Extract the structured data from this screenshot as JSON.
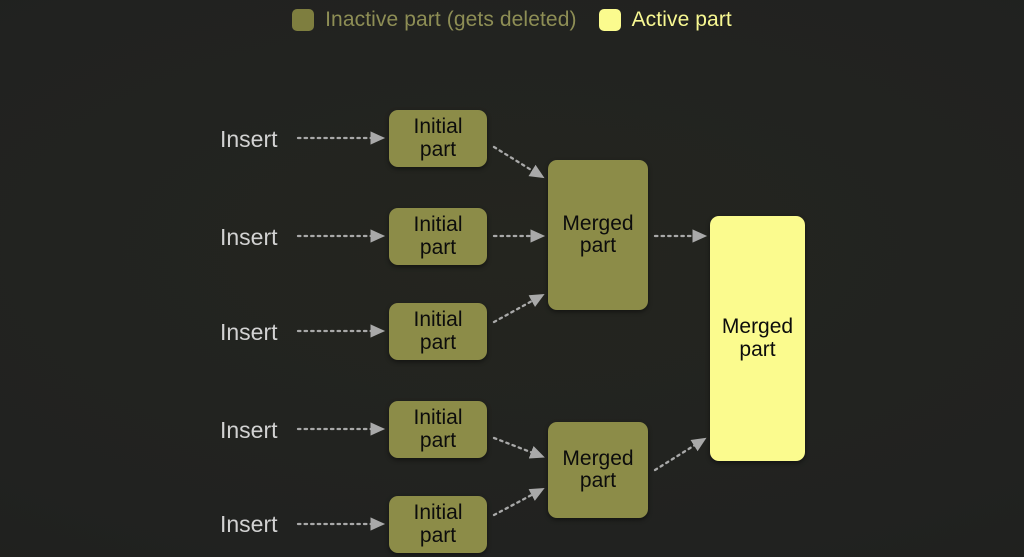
{
  "background_color": "#212220",
  "legend": {
    "items": [
      {
        "label": "Inactive part (gets deleted)",
        "color": "#7e7e3f",
        "icon": "square-swatch"
      },
      {
        "label": "Active part",
        "color": "#fbfb8e",
        "icon": "square-swatch"
      }
    ]
  },
  "colors": {
    "inactive_box": "#8c8c48",
    "active_box": "#fbfb8e",
    "node_text": "#0c0c0c",
    "insert_label": "#d2d2d2",
    "edge": "#a6a6a6",
    "inactive_legend_text": "#8e8e55",
    "active_legend_text": "#f8f892"
  },
  "diagram": {
    "type": "merge-tree",
    "inserts": [
      {
        "label": "Insert"
      },
      {
        "label": "Insert"
      },
      {
        "label": "Insert"
      },
      {
        "label": "Insert"
      },
      {
        "label": "Insert"
      }
    ],
    "initial_parts": [
      {
        "line1": "Initial",
        "line2": "part",
        "state": "inactive"
      },
      {
        "line1": "Initial",
        "line2": "part",
        "state": "inactive"
      },
      {
        "line1": "Initial",
        "line2": "part",
        "state": "inactive"
      },
      {
        "line1": "Initial",
        "line2": "part",
        "state": "inactive"
      },
      {
        "line1": "Initial",
        "line2": "part",
        "state": "inactive"
      }
    ],
    "merged_parts": [
      {
        "line1": "Merged",
        "line2": "part",
        "state": "inactive",
        "level": 1,
        "position": "top"
      },
      {
        "line1": "Merged",
        "line2": "part",
        "state": "inactive",
        "level": 1,
        "position": "bottom"
      },
      {
        "line1": "Merged",
        "line2": "part",
        "state": "active",
        "level": 2,
        "position": "right"
      }
    ],
    "edge_style": "dotted-arrow"
  }
}
